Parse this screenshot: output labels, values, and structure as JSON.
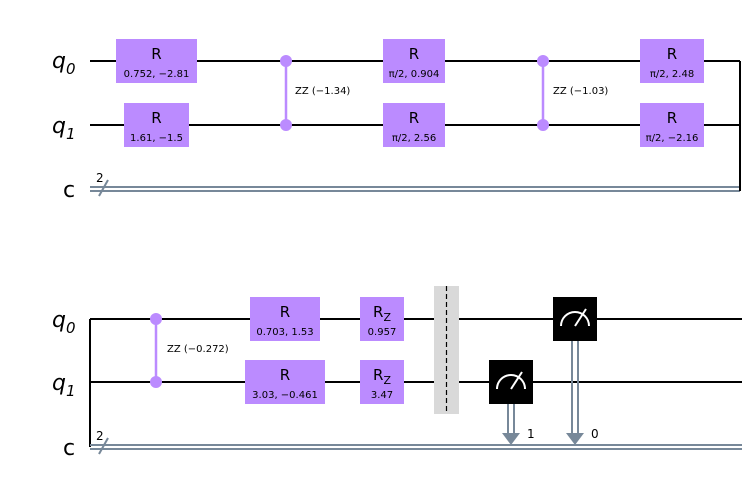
{
  "rows": [
    {
      "qubit_labels": [
        {
          "base": "q",
          "sub": "0"
        },
        {
          "base": "q",
          "sub": "1"
        }
      ],
      "classical_label": "c",
      "classical_width": "2"
    },
    {
      "qubit_labels": [
        {
          "base": "q",
          "sub": "0"
        },
        {
          "base": "q",
          "sub": "1"
        }
      ],
      "classical_label": "c",
      "classical_width": "2"
    }
  ],
  "gates": {
    "g1": {
      "name": "R",
      "param": "0.752, −2.81"
    },
    "g2": {
      "name": "R",
      "param": "1.61, −1.5"
    },
    "zz1": {
      "label": "ZZ (−1.34)"
    },
    "g3": {
      "name": "R",
      "param": "π/2, 0.904"
    },
    "g4": {
      "name": "R",
      "param": "π/2, 2.56"
    },
    "zz2": {
      "label": "ZZ (−1.03)"
    },
    "g5": {
      "name": "R",
      "param": "π/2, 2.48"
    },
    "g6": {
      "name": "R",
      "param": "π/2, −2.16"
    },
    "zz3": {
      "label": "ZZ (−0.272)"
    },
    "g7": {
      "name": "R",
      "param": "0.703, 1.53"
    },
    "g8": {
      "name": "R",
      "param": "3.03, −0.461"
    },
    "g9": {
      "name": "R",
      "sub": "Z",
      "param": "0.957"
    },
    "g10": {
      "name": "R",
      "sub": "Z",
      "param": "3.47"
    }
  },
  "measurements": [
    {
      "qubit": "q1",
      "bit_label": "1"
    },
    {
      "qubit": "q0",
      "bit_label": "0"
    }
  ]
}
